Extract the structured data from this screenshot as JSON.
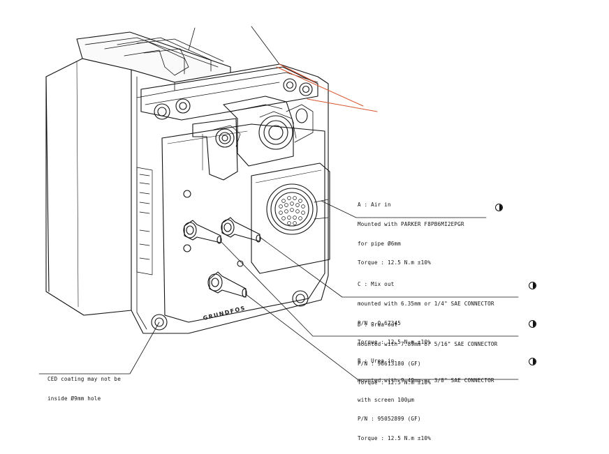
{
  "notes": {
    "air_in": {
      "lines": [
        "A : Air in",
        "Mounted with PARKER F8PB6MI2EPGR",
        "for pipe Ø6mm",
        "Torque : 12.5 N.m ±10%"
      ]
    },
    "mix_out": {
      "lines": [
        "C : Mix out",
        "mounted with 6.35mm or 1/4\" SAE CONNECTOR",
        "P/N : Q-67345",
        "Torque : 12.5 N.m ±10%"
      ]
    },
    "urea_out": {
      "lines": [
        "D : Urea out",
        "mounted with 7.89mm or 5/16\" SAE CONNECTOR",
        "P/N : 96613180 (GF)",
        "Torque : 12.5 N.m ±10%"
      ]
    },
    "urea_in": {
      "lines": [
        "B : Urea in",
        "mounted with 9.49mm or 3/8\" SAE CONNECTOR",
        "with screen 100µm",
        "P/N : 95052899 (GF)",
        "Torque : 12.5 N.m ±10%"
      ]
    },
    "coating": {
      "lines": [
        "CED coating may not be",
        "inside Ø9mm hole"
      ]
    }
  },
  "logo_text": "GRUNDFOS",
  "symbol_icon": "half-filled-circle",
  "colors": {
    "line": "#111111",
    "annotation_red": "#d9532c"
  }
}
